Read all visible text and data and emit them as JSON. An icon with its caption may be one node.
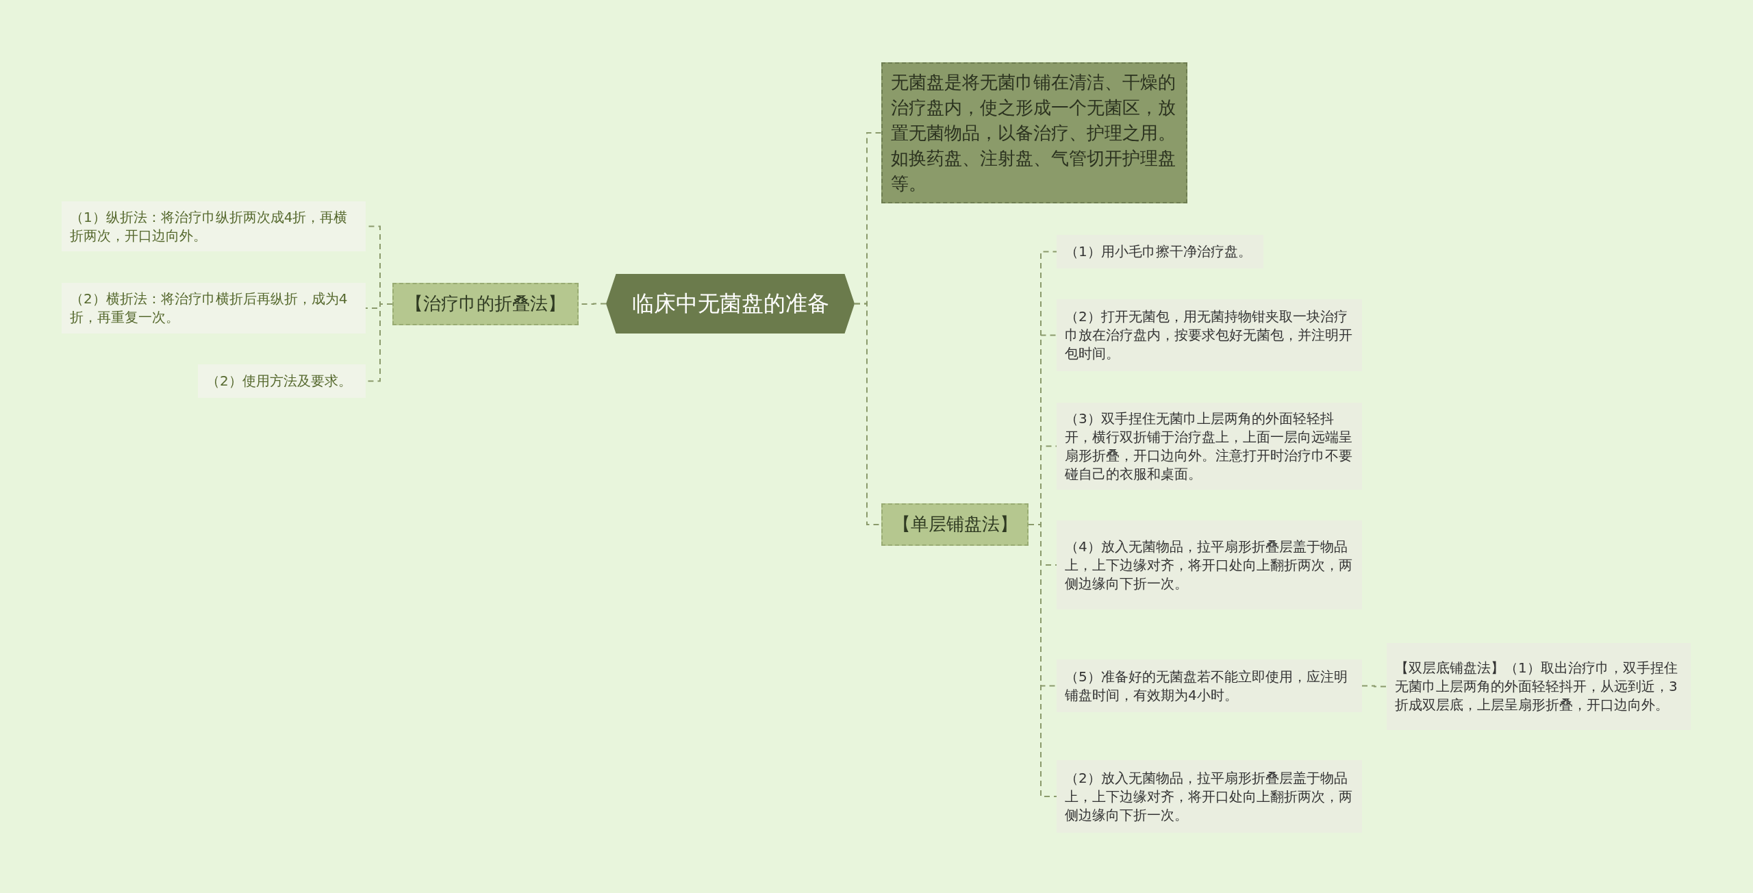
{
  "diagram": {
    "nodes": [
      {
        "text": [
          "临床中无菌盘的准备"
        ]
      },
      {
        "text": [
          "【治疗巾的折叠法】"
        ]
      },
      {
        "text": [
          "（1）纵折法：将治疗巾纵折两次成4折，再横折两次，开口边向外。"
        ]
      },
      {
        "text": [
          "（2）横折法：将治疗巾横折后再纵折，成为4折，再重复一次。"
        ]
      },
      {
        "text": [
          "（2）使用方法及要求。"
        ]
      },
      {
        "text": [
          "无菌盘是将无菌巾铺在清洁、干燥的治疗盘内，使之形成一个无菌区，放置无菌物品，以备治疗、护理之用。如换药盘、注射盘、气管切开护理盘等。"
        ]
      },
      {
        "text": [
          "【单层铺盘法】"
        ]
      },
      {
        "text": [
          "（1）用小毛巾擦干净治疗盘。"
        ]
      },
      {
        "text": [
          "（2）打开无菌包，用无菌持物钳夹取一块治疗巾放在治疗盘内，按要求包好无菌包，并注明开包时间。"
        ]
      },
      {
        "text": [
          "（3）双手捏住无菌巾上层两角的外面轻轻抖开，横行双折铺于治疗盘上，上面一层向远端呈扇形折叠，开口边向外。注意打开时治疗巾不要碰自己的衣服和桌面。"
        ]
      },
      {
        "text": [
          "（4）放入无菌物品，拉平扇形折叠层盖于物品上，上下边缘对齐，将开口处向上翻折两次，两侧边缘向下折一次。"
        ]
      },
      {
        "text": [
          "（5）准备好的无菌盘若不能立即使用，应注明铺盘时间，有效期为4小时。"
        ]
      },
      {
        "text": [
          "【双层底铺盘法】（1）取出治疗巾，双手捏住无菌巾上层两角的外面轻轻抖开，从远到近，3折成双层底，上层呈扇形折叠，开口边向外。"
        ]
      },
      {
        "text": [
          "（2）放入无菌物品，拉平扇形折叠层盖于物品上，上下边缘对齐，将开口处向上翻折两次，两侧边缘向下折一次。"
        ]
      }
    ],
    "edges": [
      {
        "from": 0,
        "to": 1,
        "arrow": "none",
        "style": "dashed"
      },
      {
        "from": 1,
        "to": 2,
        "arrow": "none",
        "style": "dashed"
      },
      {
        "from": 1,
        "to": 3,
        "arrow": "none",
        "style": "dashed"
      },
      {
        "from": 1,
        "to": 4,
        "arrow": "none",
        "style": "dashed"
      },
      {
        "from": 0,
        "to": 5,
        "arrow": "none",
        "style": "dashed"
      },
      {
        "from": 0,
        "to": 6,
        "arrow": "none",
        "style": "dashed"
      },
      {
        "from": 6,
        "to": 7,
        "arrow": "none",
        "style": "dashed"
      },
      {
        "from": 6,
        "to": 8,
        "arrow": "none",
        "style": "dashed"
      },
      {
        "from": 6,
        "to": 9,
        "arrow": "none",
        "style": "dashed"
      },
      {
        "from": 6,
        "to": 10,
        "arrow": "none",
        "style": "dashed"
      },
      {
        "from": 6,
        "to": 11,
        "arrow": "none",
        "style": "dashed"
      },
      {
        "from": 6,
        "to": 13,
        "arrow": "none",
        "style": "dashed"
      },
      {
        "from": 11,
        "to": 12,
        "arrow": "none",
        "style": "dashed"
      }
    ]
  }
}
